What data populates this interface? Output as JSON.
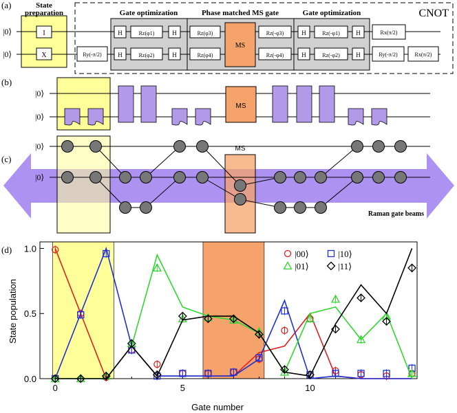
{
  "panel_labels": {
    "a": "(a)",
    "b": "(b)",
    "c": "(c)",
    "d": "(d)"
  },
  "panel_a": {
    "state_prep_title_1": "State",
    "state_prep_title_2": "preparation",
    "gate_opt_title_1": "Gate optimization",
    "ms_title": "Phase matched MS gate",
    "gate_opt_title_2": "Gate optimization",
    "cnot_label": "CNOT",
    "ket0_top": "|0⟩",
    "ket0_bottom": "|0⟩",
    "prep_top_gate": "I",
    "prep_bottom_gate": "X",
    "ms_gate": "MS",
    "h": "H",
    "rz_phi1": "Rz(φ1)",
    "rz_phi2": "Rz(φ2)",
    "rz_phi3": "Rz(φ3)",
    "rz_phi4": "Rz(φ4)",
    "rz_mphi3": "Rz(-φ3)",
    "rz_mphi4": "Rz(-φ4)",
    "rz_mphi1": "Rz(-φ1)",
    "rz_mphi2": "Rz(-φ2)",
    "ry_mpi2": "Ry(-π/2)",
    "rx_pi2": "Rx(π/2)",
    "colors": {
      "prep": "#ffff99",
      "opt": "#d0d0d0",
      "ms": "#f5a36a"
    }
  },
  "panel_b": {
    "ket0_top": "|0⟩",
    "ket0_bottom": "|0⟩",
    "ms_label": "MS",
    "colors": {
      "pulse": "#b39ae8",
      "ms": "#f5a36a",
      "prep": "#ffff99"
    }
  },
  "panel_c": {
    "ket0_top": "|0⟩",
    "ket0_bottom": "|0⟩",
    "ms_label": "MS",
    "beam_label": "Raman gate beams",
    "colors": {
      "beam": "#a07ff0",
      "node": "#777777"
    }
  },
  "chart_data": {
    "type": "line",
    "xlabel": "Gate number",
    "ylabel": "State population",
    "xlim": [
      -0.6,
      14.2
    ],
    "ylim": [
      0,
      1.05
    ],
    "xticks": [
      0,
      5,
      10
    ],
    "yticks": [
      0.0,
      0.5,
      1.0
    ],
    "x": [
      0,
      1,
      2,
      3,
      4,
      5,
      6,
      7,
      8,
      9,
      10,
      11,
      12,
      13,
      14
    ],
    "shaded": [
      {
        "from": -0.1,
        "to": 2.3,
        "color": "#ffff99"
      },
      {
        "from": 5.8,
        "to": 8.2,
        "color": "#f5a36a"
      }
    ],
    "series": [
      {
        "name": "|00⟩",
        "color": "#e02020",
        "marker": "circle",
        "theory": [
          1.0,
          0.5,
          0.0,
          0.25,
          0.02,
          0.02,
          0.02,
          0.02,
          0.2,
          0.25,
          0.5,
          0.02,
          0.0,
          0.0,
          0.0
        ],
        "data": [
          0.99,
          0.5,
          0.01,
          0.22,
          0.11,
          0.04,
          0.04,
          0.05,
          0.15,
          0.37,
          0.46,
          0.06,
          0.03,
          0.02,
          0.04
        ]
      },
      {
        "name": "|10⟩",
        "color": "#1f2fd8",
        "marker": "square",
        "theory": [
          0.0,
          0.5,
          1.0,
          0.25,
          0.02,
          0.02,
          0.02,
          0.02,
          0.15,
          0.6,
          0.0,
          0.02,
          0.0,
          0.0,
          0.0
        ],
        "data": [
          0.0,
          0.49,
          0.96,
          0.22,
          0.02,
          0.04,
          0.04,
          0.05,
          0.16,
          0.52,
          0.03,
          0.04,
          0.04,
          0.04,
          0.08
        ]
      },
      {
        "name": "|01⟩",
        "color": "#2fd82f",
        "marker": "triangle",
        "theory": [
          0.0,
          0.0,
          0.0,
          0.25,
          0.95,
          0.55,
          0.48,
          0.45,
          0.35,
          0.05,
          0.5,
          0.55,
          0.3,
          0.5,
          0.0
        ],
        "data": [
          0.0,
          0.0,
          0.02,
          0.27,
          0.85,
          0.46,
          0.47,
          0.45,
          0.36,
          0.05,
          0.46,
          0.61,
          0.3,
          0.48,
          0.04
        ]
      },
      {
        "name": "|11⟩",
        "color": "#000000",
        "marker": "diamond",
        "theory": [
          0.0,
          0.0,
          0.0,
          0.25,
          0.02,
          0.45,
          0.48,
          0.48,
          0.35,
          0.05,
          0.02,
          0.42,
          0.72,
          0.5,
          1.0
        ],
        "data": [
          0.0,
          0.0,
          0.02,
          0.27,
          0.03,
          0.48,
          0.46,
          0.46,
          0.34,
          0.07,
          0.03,
          0.38,
          0.62,
          0.44,
          0.85
        ]
      }
    ],
    "legend_placement": "top-right"
  }
}
